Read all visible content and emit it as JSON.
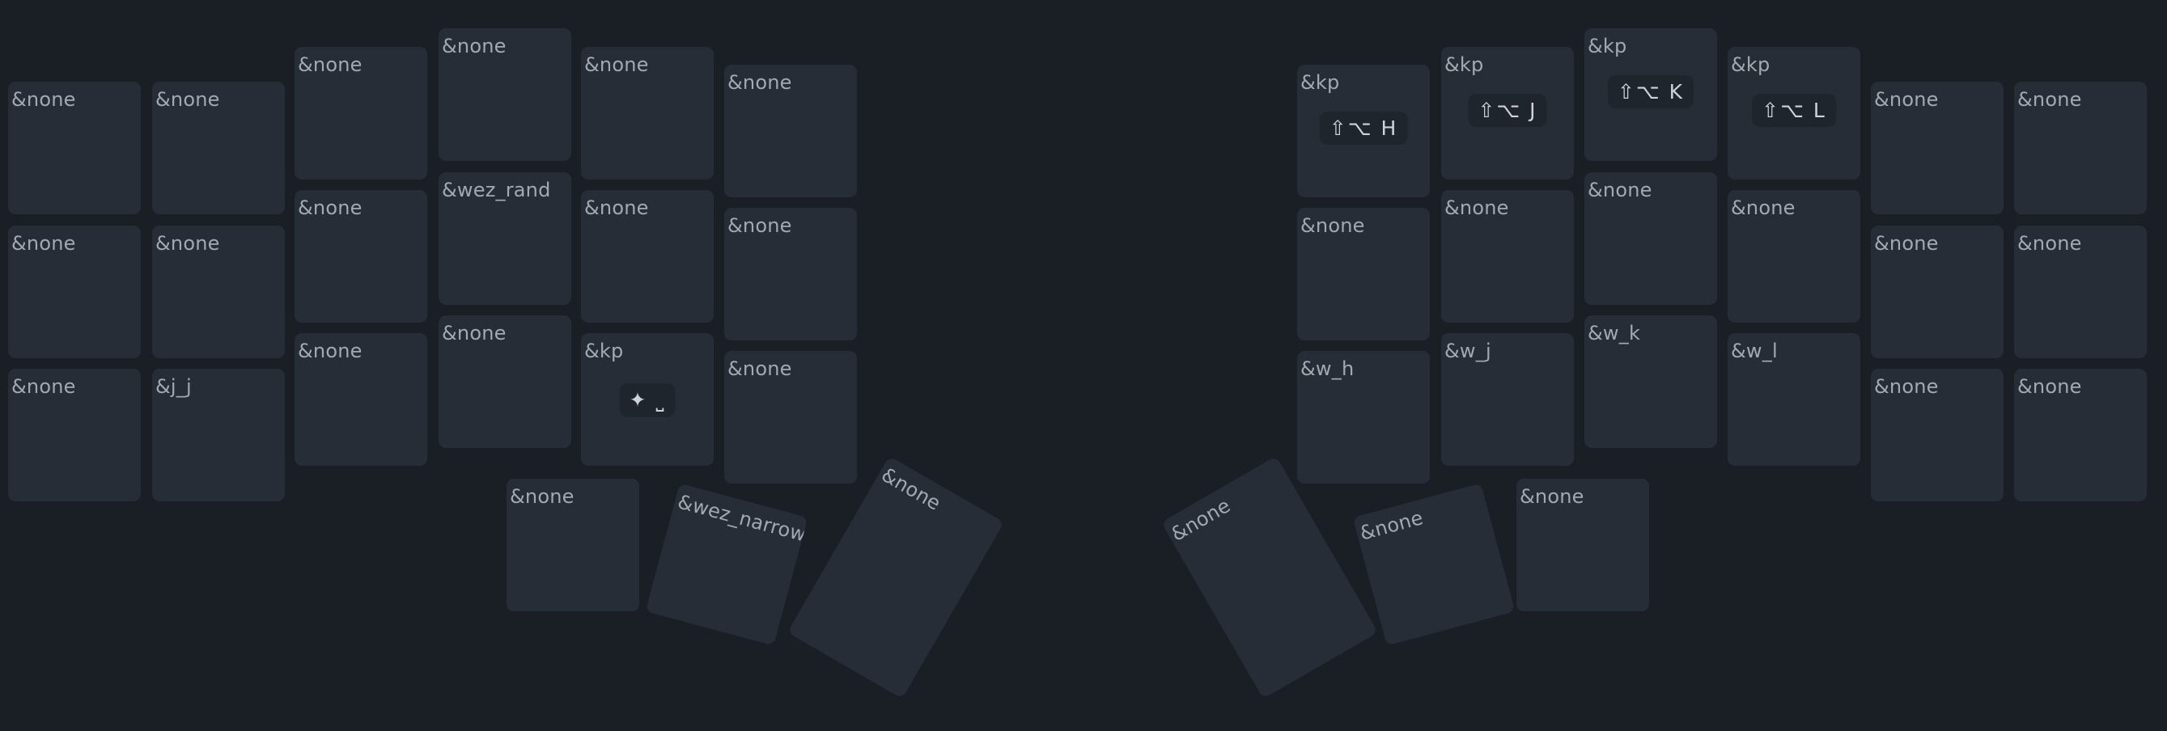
{
  "theme": {
    "background": "#1a1e25",
    "key": "#262d37",
    "label": "#a3a9b1",
    "sub_bg": "#1f252d",
    "sub_text": "#cfd3d8"
  },
  "left": {
    "c0": {
      "r0": "&none",
      "r1": "&none",
      "r2": "&none"
    },
    "c1": {
      "r0": "&none",
      "r1": "&none",
      "r2": "&j_j"
    },
    "c2": {
      "r0": "&none",
      "r1": "&none",
      "r2": "&none"
    },
    "c3": {
      "r0": "&none",
      "r1": "&wez_rand",
      "r2": "&none"
    },
    "c4": {
      "r0": "&none",
      "r1": "&none",
      "r2": "&kp",
      "r2_sub": "✦ ⎵"
    },
    "c5": {
      "r0": "&none",
      "r1": "&none",
      "r2": "&none"
    },
    "thumbs": {
      "t0": "&none",
      "t1": "&wez_narrow",
      "t2": "&none"
    }
  },
  "right": {
    "c0": {
      "r0": "&kp",
      "r0_sub": "⇧⌥ H",
      "r1": "&none",
      "r2": "&w_h"
    },
    "c1": {
      "r0": "&kp",
      "r0_sub": "⇧⌥ J",
      "r1": "&none",
      "r2": "&w_j"
    },
    "c2": {
      "r0": "&kp",
      "r0_sub": "⇧⌥ K",
      "r1": "&none",
      "r2": "&w_k"
    },
    "c3": {
      "r0": "&kp",
      "r0_sub": "⇧⌥ L",
      "r1": "&none",
      "r2": "&w_l"
    },
    "c4": {
      "r0": "&none",
      "r1": "&none",
      "r2": "&none"
    },
    "c5": {
      "r0": "&none",
      "r1": "&none",
      "r2": "&none"
    },
    "thumbs": {
      "t0": "&none",
      "t1": "&none",
      "t2": "&none"
    }
  }
}
